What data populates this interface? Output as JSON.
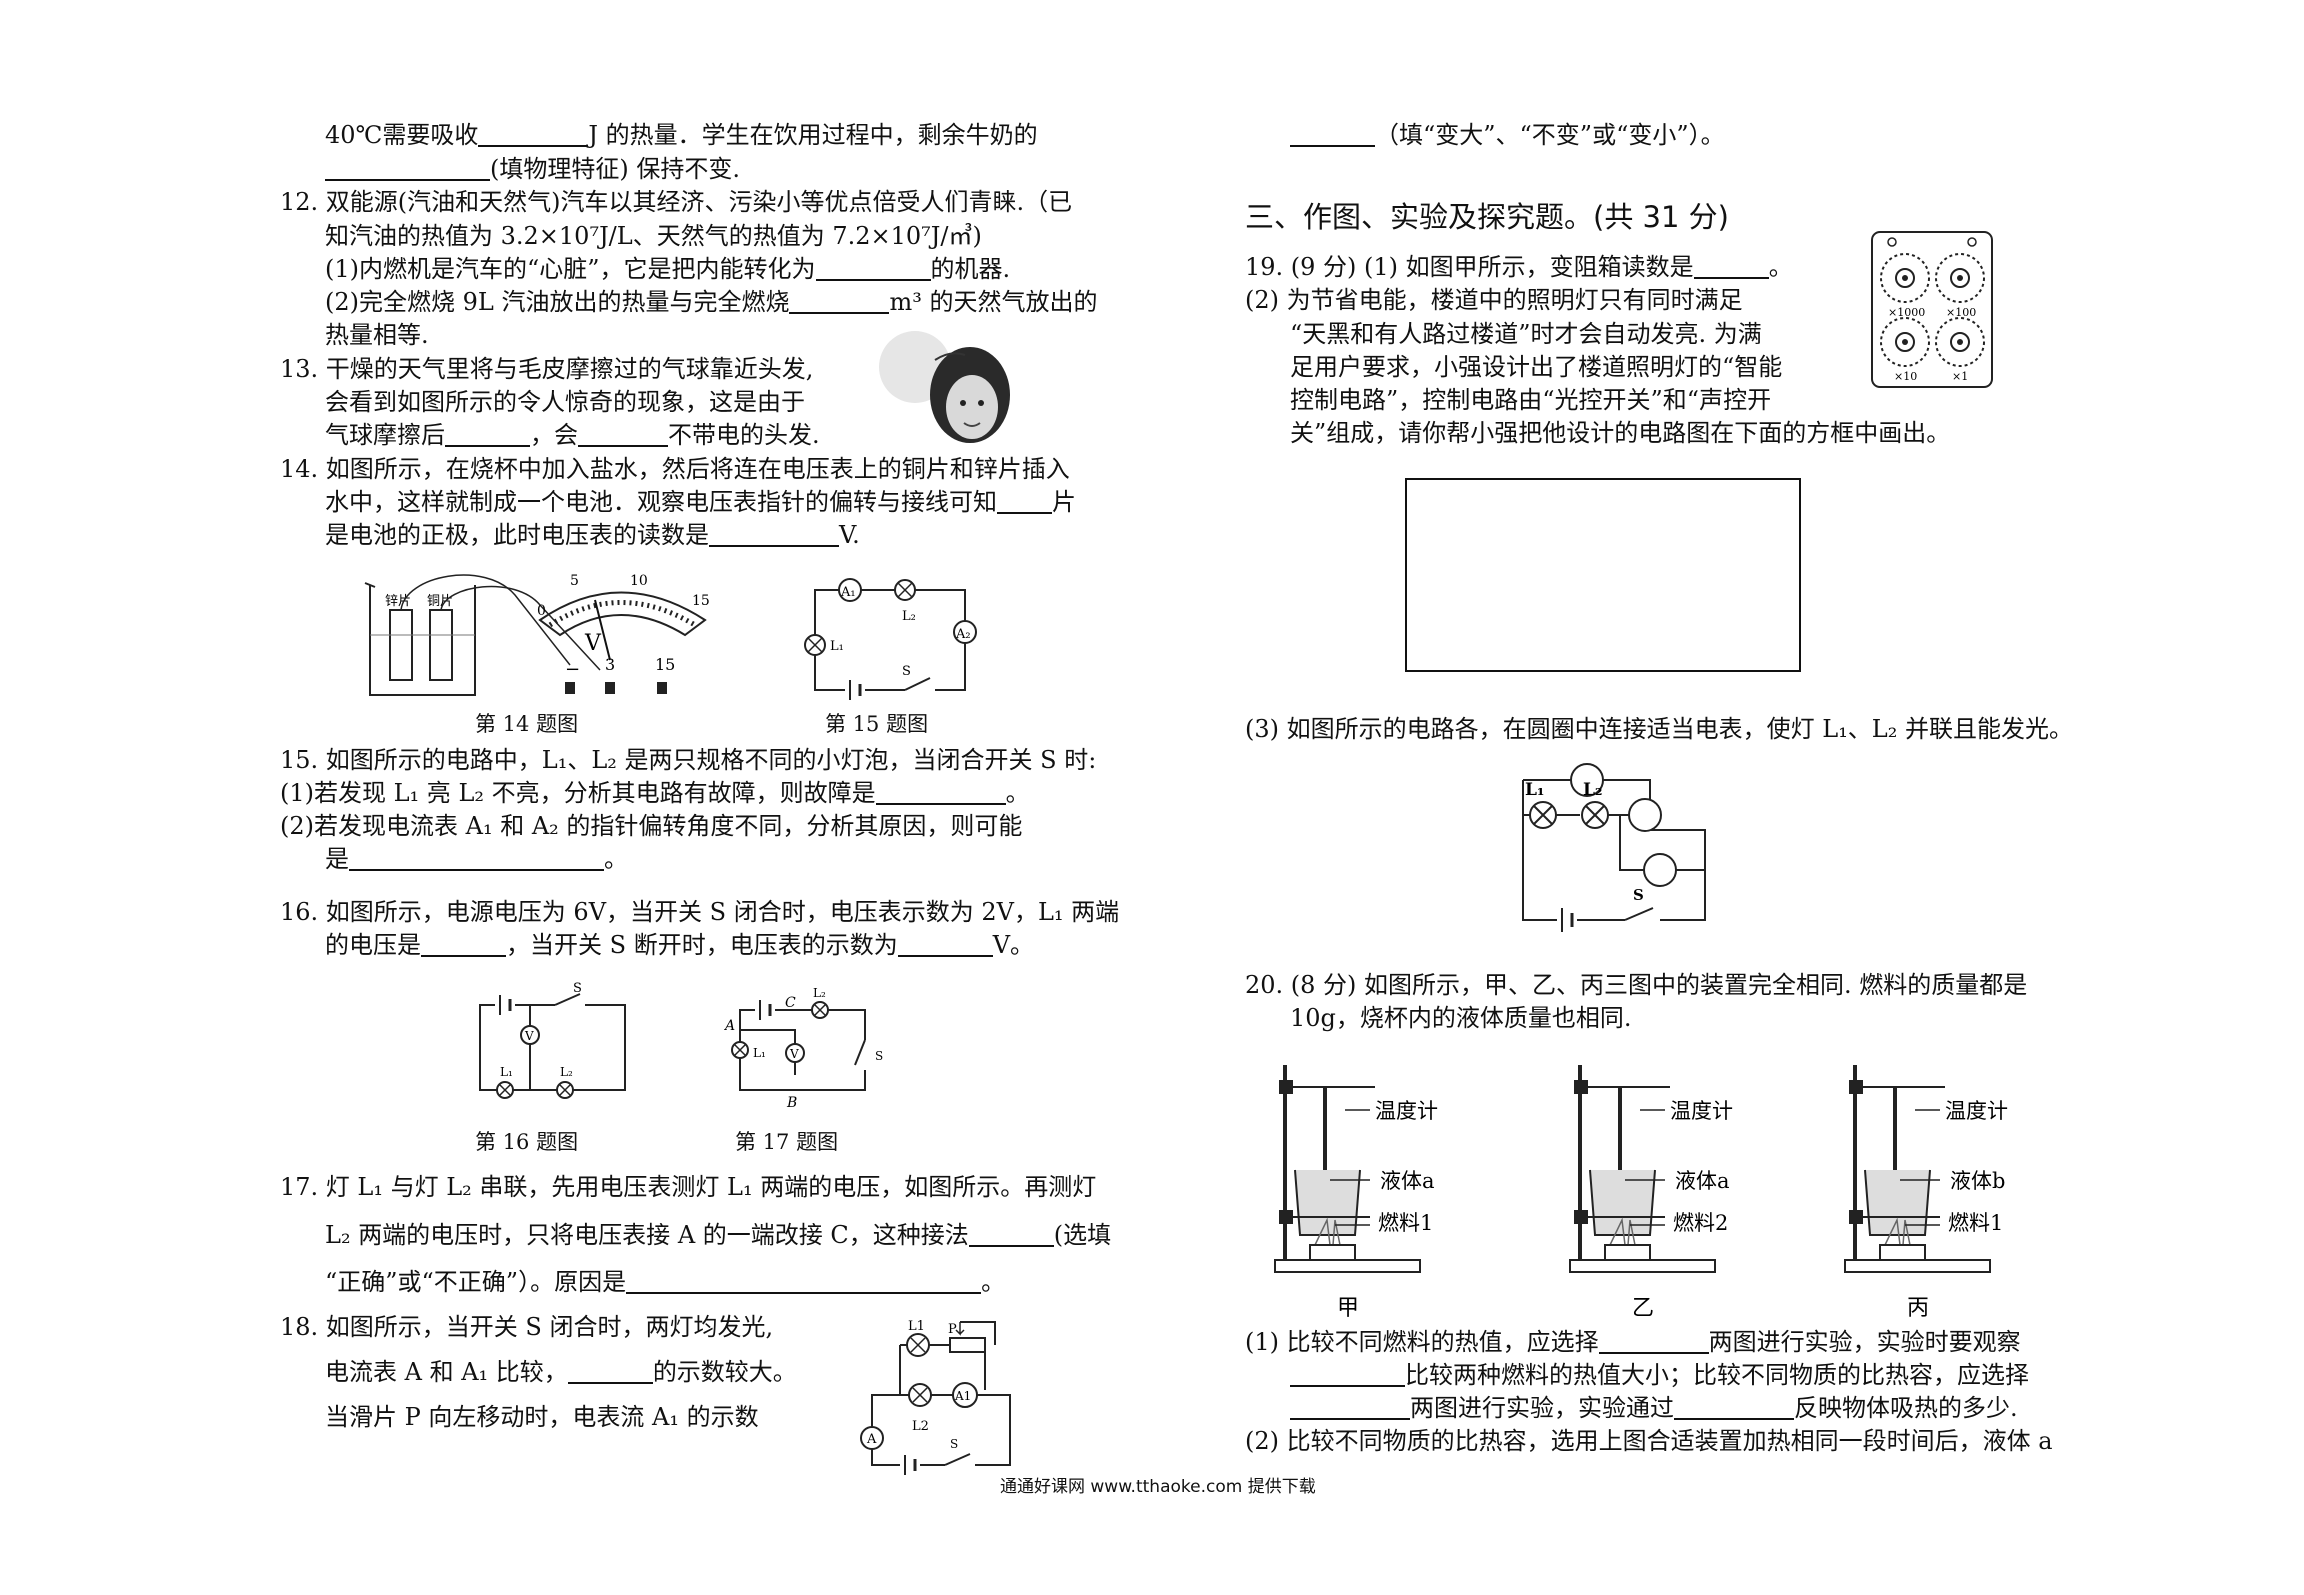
{
  "left": {
    "q11_l1a": "40℃需要吸收",
    "q11_l1b": "J 的热量．学生在饮用过程中，剩余牛奶的",
    "q11_l2": "(填物理特征) 保持不变.",
    "q12_l1": "12. 双能源(汽油和天然气)汽车以其经济、污染小等优点倍受人们青睐.（已",
    "q12_l2": "知汽油的热值为 3.2×10⁷J/L、天然气的热值为 7.2×10⁷J/㎥)",
    "q12_l3a": "(1)内燃机是汽车的“心脏”，它是把内能转化为",
    "q12_l3b": "的机器.",
    "q12_l4a": "(2)完全燃烧 9L 汽油放出的热量与完全燃烧",
    "q12_l4b": "m³ 的天然气放出的",
    "q12_l5": "热量相等.",
    "q13_l1": "13. 干燥的天气里将与毛皮摩擦过的气球靠近头发,",
    "q13_l2": "会看到如图所示的令人惊奇的现象，这是由于",
    "q13_l3a": "气球摩擦后",
    "q13_l3b": "，会",
    "q13_l3c": "不带电的头发.",
    "q14_l1": "14. 如图所示，在烧杯中加入盐水，然后将连在电压表上的铜片和锌片插入",
    "q14_l2a": "水中，这样就制成一个电池．观察电压表指针的偏转与接线可知",
    "q14_l2b": "片",
    "q14_l3a": "是电池的正极，此时电压表的读数是",
    "q14_l3b": "V.",
    "fig14_caption": "第 14 题图",
    "fig15_caption": "第 15 题图",
    "fig14": {
      "zinc": "锌片",
      "copper": "铜片",
      "v": "V",
      "t_minus": "−",
      "t3": "3",
      "t15": "15",
      "s0": "0",
      "s5": "5",
      "s10": "10",
      "s15": "15"
    },
    "fig15": {
      "a1": "A₁",
      "a2": "A₂",
      "l1": "L₁",
      "l2": "L₂",
      "s": "S"
    },
    "q15_l1": "15. 如图所示的电路中，L₁、L₂ 是两只规格不同的小灯泡，当闭合开关 S 时:",
    "q15_l2a": "(1)若发现 L₁ 亮 L₂ 不亮，分析其电路有故障，则故障是",
    "q15_l2b": "。",
    "q15_l3": "(2)若发现电流表  A₁ 和  A₂ 的指针偏转角度不同，分析其原因，则可能",
    "q15_l4a": "是",
    "q15_l4b": "。",
    "q16_l1": "16. 如图所示，电源电压为 6V，当开关 S 闭合时，电压表示数为 2V，L₁ 两端",
    "q16_l2a": "的电压是",
    "q16_l2b": "，当开关 S 断开时，电压表的示数为",
    "q16_l2c": "V。",
    "fig16_caption": "第 16 题图",
    "fig17_caption": "第 17 题图",
    "fig16": {
      "s": "S",
      "v": "V",
      "l1": "L₁",
      "l2": "L₂"
    },
    "fig17": {
      "a": "A",
      "b": "B",
      "c": "C",
      "l1": "L₁",
      "l2": "L₂",
      "v": "V",
      "s": "S"
    },
    "q17_l1": "17. 灯 L₁ 与灯 L₂ 串联，先用电压表测灯 L₁ 两端的电压，如图所示。再测灯",
    "q17_l2a": "L₂ 两端的电压时，只将电压表接 A 的一端改接 C，这种接法",
    "q17_l2b": "(选填",
    "q17_l3a": "“正确”或“不正确”）。原因是",
    "q17_l3b": "。",
    "q18_l1": "18. 如图所示，当开关 S 闭合时，两灯均发光,",
    "q18_l2a": "电流表 A 和 A₁ 比较，",
    "q18_l2b": "的示数较大。",
    "q18_l3": "当滑片 P 向左移动时，电表流 A₁ 的示数",
    "fig18": {
      "l1": "L1",
      "l2": "L2",
      "p": "P",
      "a": "A",
      "a1": "A1",
      "s": "S"
    }
  },
  "right": {
    "r_l1b": "（填“变大”、“不变”或“变小”）。",
    "sec3": "三、作图、实验及探究题。(共 31 分)",
    "q19_l1a": "19. (9 分) (1) 如图甲所示，变阻箱读数是",
    "q19_l1b": "。",
    "q19_l2": "(2) 为节省电能，楼道中的照明灯只有同时满足",
    "q19_l3": "“天黑和有人路过楼道”时才会自动发亮. 为满",
    "q19_l4": "足用户要求，小强设计出了楼道照明灯的“智能",
    "q19_l5": "控制电路”，控制电路由“光控开关”和“声控开",
    "q19_l6": "关”组成，请你帮小强把他设计的电路图在下面的方框中画出。",
    "dials": [
      "×1000",
      "×100",
      "×10",
      "×1"
    ],
    "q19_l7": "(3) 如图所示的电路各，在圆圈中连接适当电表，使灯 L₁、L₂ 并联且能发光。",
    "fig19c": {
      "l1": "L₁",
      "l2": "L₂",
      "s": "S"
    },
    "q20_l1": "20. (8 分) 如图所示，甲、乙、丙三图中的装置完全相同. 燃料的质量都是",
    "q20_l2": "10g，烧杯内的液体质量也相同.",
    "apparatus": [
      {
        "thermo": "温度计",
        "liquid": "液体a",
        "fuel": "燃料1",
        "label": "甲"
      },
      {
        "thermo": "温度计",
        "liquid": "液体a",
        "fuel": "燃料2",
        "label": "乙"
      },
      {
        "thermo": "温度计",
        "liquid": "液体b",
        "fuel": "燃料1",
        "label": "丙"
      }
    ],
    "q20_l3a": "(1) 比较不同燃料的热值，应选择",
    "q20_l3b": "两图进行实验，实验时要观察",
    "q20_l4a": "比较两种燃料的热值大小；比较不同物质的比热容，应选择",
    "q20_l5a": "两图进行实验，实验通过",
    "q20_l5b": "反映物体吸热的多少.",
    "q20_l6": "(2) 比较不同物质的比热容，选用上图合适装置加热相同一段时间后，液体 a"
  },
  "footer": "通通好课网  www.tthaoke.com  提供下载"
}
